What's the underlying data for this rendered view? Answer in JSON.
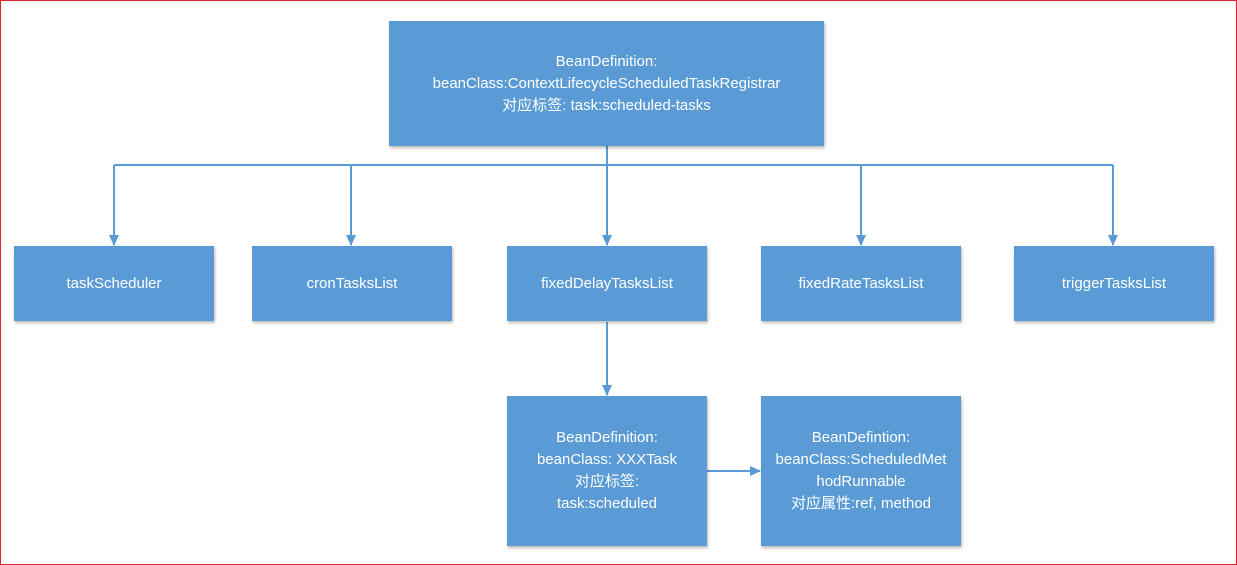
{
  "colors": {
    "box_fill": "#5b9bd5",
    "connector": "#5b9bd5",
    "box_text": "#ffffff",
    "frame_border": "#d9262c"
  },
  "nodes": {
    "root": {
      "text": "BeanDefinition:\nbeanClass:ContextLifecycleScheduledTaskRegistrar\n对应标签: task:scheduled-tasks"
    },
    "task_scheduler": {
      "text": "taskScheduler"
    },
    "cron_tasks_list": {
      "text": "cronTasksList"
    },
    "fixed_delay_tasks_list": {
      "text": "fixedDelayTasksList"
    },
    "fixed_rate_tasks_list": {
      "text": "fixedRateTasksList"
    },
    "trigger_tasks_list": {
      "text": "triggerTasksList"
    },
    "task_bean": {
      "text": "BeanDefinition:\nbeanClass: XXXTask\n对应标签:\ntask:scheduled"
    },
    "method_runnable_bean": {
      "text": "BeanDefintion:\nbeanClass:ScheduledMet\nhodRunnable\n对应属性:ref, method"
    }
  }
}
